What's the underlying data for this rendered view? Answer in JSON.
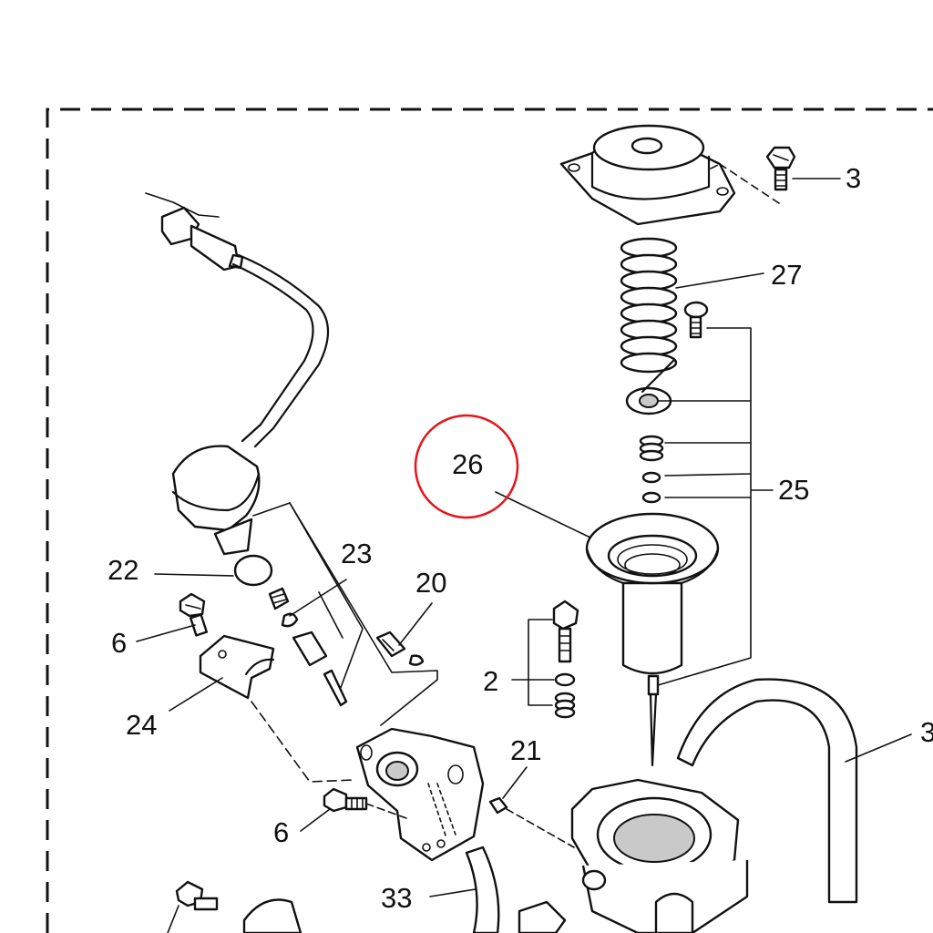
{
  "diagram": {
    "labels": {
      "l2": "2",
      "l3": "3",
      "l3cut": "3",
      "l6a": "6",
      "l6b": "6",
      "l20": "20",
      "l21": "21",
      "l22": "22",
      "l23": "23",
      "l24": "24",
      "l25": "25",
      "l26": "26",
      "l27": "27",
      "l33": "33"
    },
    "highlight": {
      "part": "26",
      "color": "#e8141b"
    },
    "colors": {
      "line": "#111111",
      "shade": "#c9c9c9",
      "background": "#ffffff"
    }
  }
}
